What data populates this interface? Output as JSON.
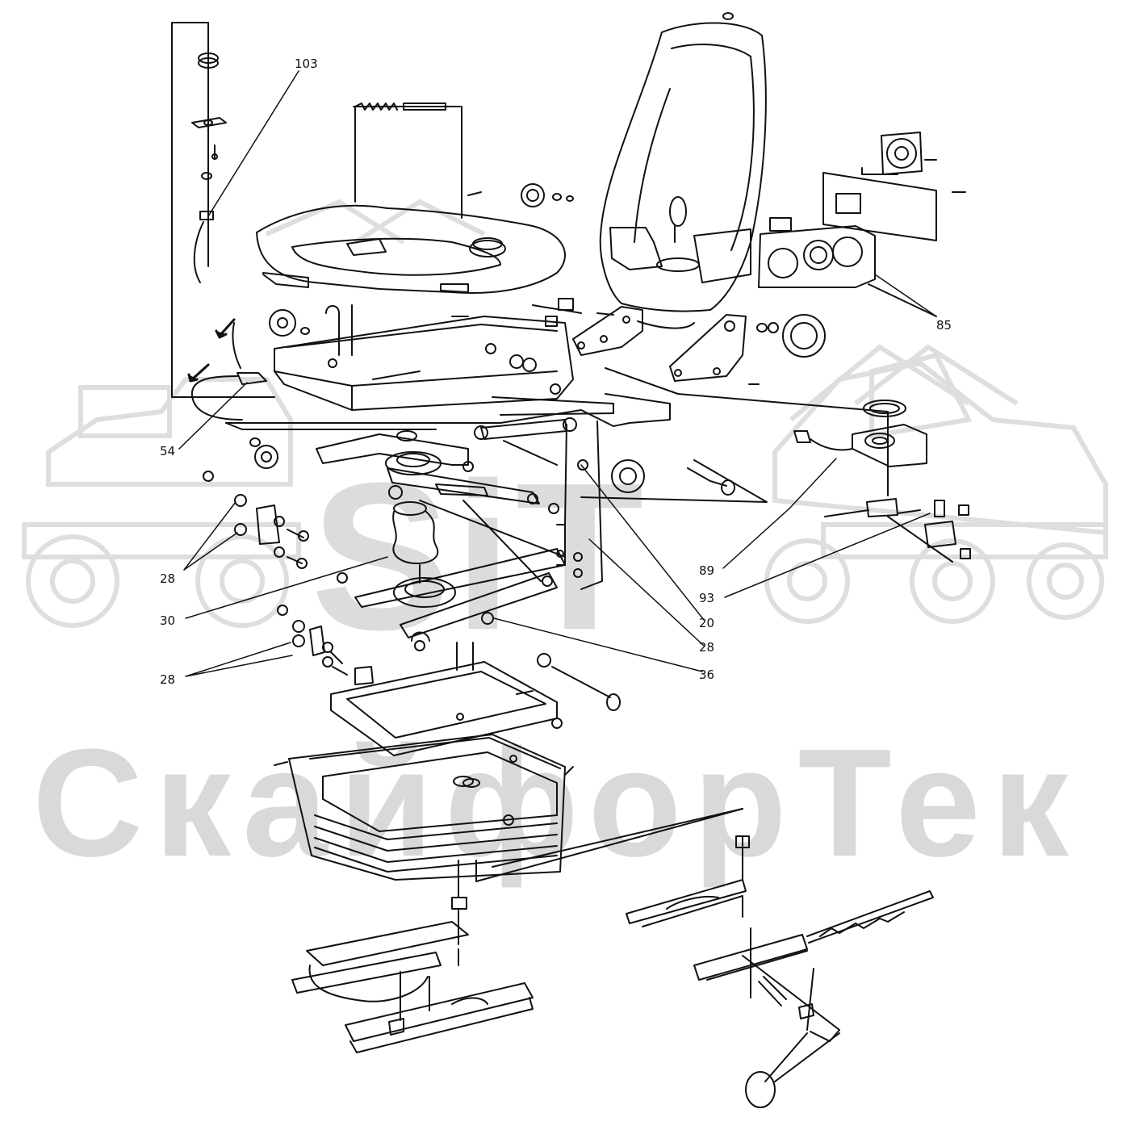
{
  "watermark": {
    "brand_text": "СкайфорТек",
    "logo_text": "SiT"
  },
  "callouts": [
    {
      "id": "c103",
      "label": "103"
    },
    {
      "id": "c85",
      "label": "85"
    },
    {
      "id": "c54",
      "label": "54"
    },
    {
      "id": "c28a",
      "label": "28"
    },
    {
      "id": "c30",
      "label": "30"
    },
    {
      "id": "c28b",
      "label": "28"
    },
    {
      "id": "c89",
      "label": "89"
    },
    {
      "id": "c93",
      "label": "93"
    },
    {
      "id": "c20",
      "label": "20"
    },
    {
      "id": "c28c",
      "label": "28"
    },
    {
      "id": "c36",
      "label": "36"
    }
  ]
}
